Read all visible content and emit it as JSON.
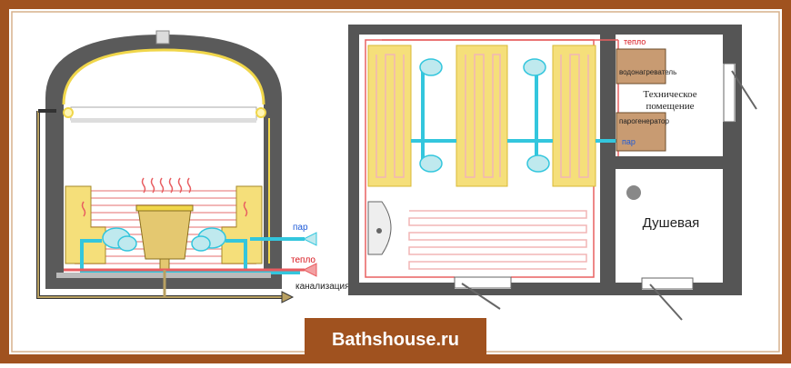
{
  "section_view": {
    "labels": {
      "steam": "пар",
      "heat": "тепло",
      "sewer": "канализация"
    }
  },
  "floor_plan": {
    "labels": {
      "heat": "тепло",
      "steam": "пар",
      "water_heater": "водонагреватель",
      "tech_room_line1": "Техническое",
      "tech_room_line2": "помещение",
      "steam_generator": "парогенератор",
      "shower": "Душевая"
    }
  },
  "brand": {
    "text": "Bathshouse.ru"
  },
  "colors": {
    "frame": "#a0521f",
    "wall": "#555555",
    "bench": "#f5df7a",
    "steam_pipe": "#33c6dd",
    "heat_pipe": "#e85c60",
    "floor_heating": "#f2b6b6",
    "brand_bg": "#a0521f",
    "brand_text": "#ffffff"
  }
}
